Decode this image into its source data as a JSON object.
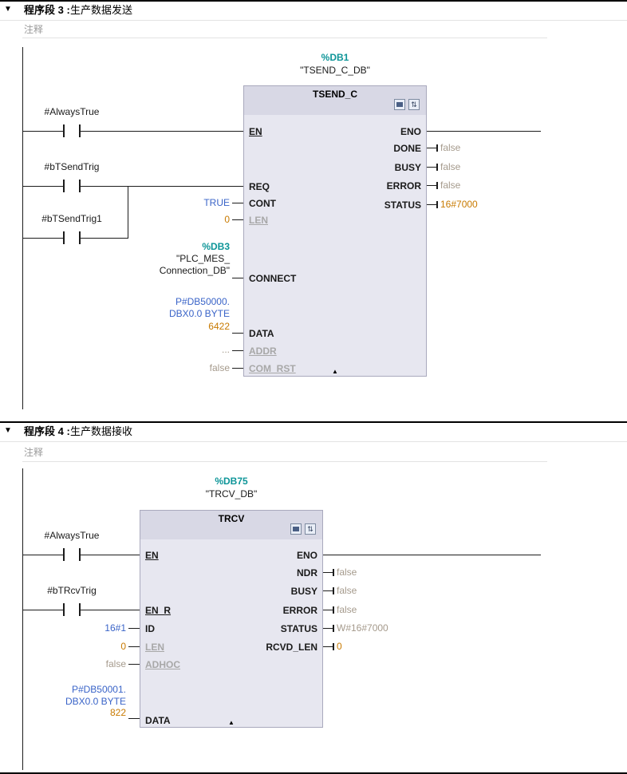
{
  "ui": {
    "collapse_down": "▼",
    "collapse_up": "▲",
    "expand_toggle": "⇅"
  },
  "colors": {
    "db_teal": "#0d9598",
    "operand_blue": "#3a64c8",
    "constant_orange": "#c87a00",
    "default_value_tan": "#a59a8c",
    "unused_pin_gray": "#a8a8a8",
    "block_fill": "#e7e7f0",
    "block_header_fill": "#d8d8e5"
  },
  "net3": {
    "header": {
      "title": "程序段 3 :",
      "subtitle": "生产数据发送"
    },
    "comment": "注释",
    "db": "%DB1",
    "db_name": "\"TSEND_C_DB\"",
    "block_title": "TSEND_C",
    "contacts": {
      "always": "#AlwaysTrue",
      "send": "#bTSendTrig",
      "send1": "#bTSendTrig1"
    },
    "pins": {
      "en": "EN",
      "req": "REQ",
      "cont": "CONT",
      "len": "LEN",
      "connect": "CONNECT",
      "data": "DATA",
      "addr": "ADDR",
      "com_rst": "COM_RST",
      "eno": "ENO",
      "done": "DONE",
      "busy": "BUSY",
      "error": "ERROR",
      "status": "STATUS"
    },
    "values": {
      "cont": "TRUE",
      "len": "0",
      "connect_db": "%DB3",
      "connect_l1": "\"PLC_MES_",
      "connect_l2": "Connection_DB\"",
      "data_l1": "P#DB50000.",
      "data_l2": "DBX0.0 BYTE",
      "data_l3": "6422",
      "addr": "...",
      "com_rst": "false",
      "done": "false",
      "busy": "false",
      "error": "false",
      "status": "16#7000"
    }
  },
  "net4": {
    "header": {
      "title": "程序段 4 :",
      "subtitle": "生产数据接收"
    },
    "comment": "注释",
    "db": "%DB75",
    "db_name": "\"TRCV_DB\"",
    "block_title": "TRCV",
    "contacts": {
      "always": "#AlwaysTrue",
      "rcv": "#bTRcvTrig"
    },
    "pins": {
      "en": "EN",
      "en_r": "EN_R",
      "id": "ID",
      "len": "LEN",
      "adhoc": "ADHOC",
      "data": "DATA",
      "eno": "ENO",
      "ndr": "NDR",
      "busy": "BUSY",
      "error": "ERROR",
      "status": "STATUS",
      "rcvd_len": "RCVD_LEN"
    },
    "values": {
      "id": "16#1",
      "len": "0",
      "adhoc": "false",
      "data_l1": "P#DB50001.",
      "data_l2": "DBX0.0 BYTE",
      "data_l3": "822",
      "ndr": "false",
      "busy": "false",
      "error": "false",
      "status": "W#16#7000",
      "rcvd_len": "0"
    }
  }
}
